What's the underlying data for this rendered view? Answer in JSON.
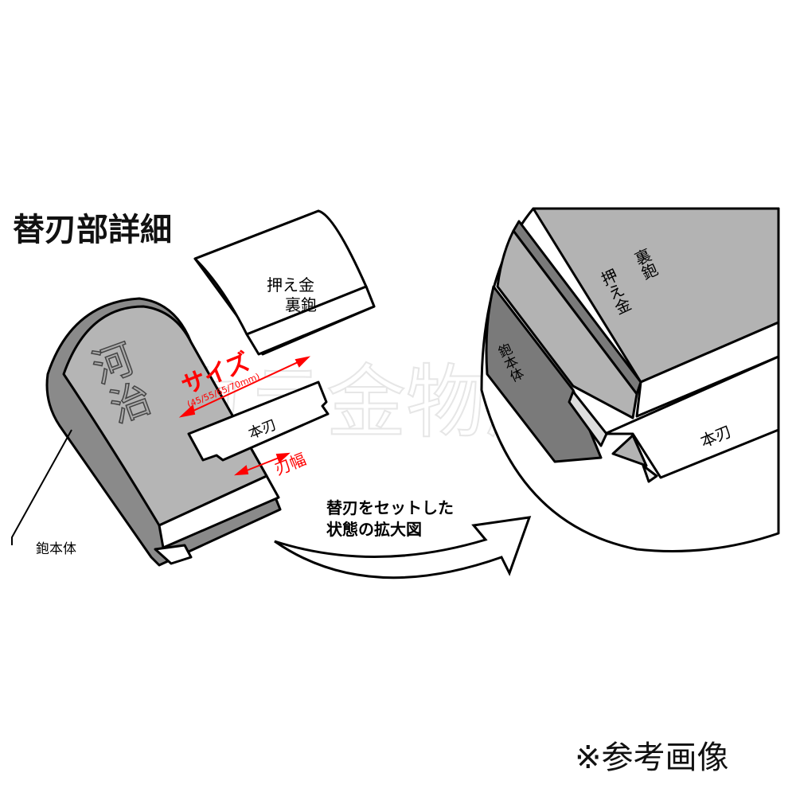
{
  "title": "替刃部詳細",
  "labels": {
    "osaegane_uraganna": [
      "押え金",
      "裏鉋"
    ],
    "size": "サイズ",
    "size_values": "(45/55/65/70mm)",
    "honba": "本刃",
    "hababa": "刃幅",
    "body_engraving": [
      "河",
      "治"
    ],
    "kanna_body": "鉋本体",
    "arrow_caption": [
      "替刃をセットした",
      "状態の拡大図"
    ]
  },
  "zoom_view": {
    "uraganna": "裏鉋",
    "osaegane": "押え金",
    "kanna_body": "鉋本体",
    "honba": "本刃"
  },
  "watermark": "ナカラ金物店",
  "note": "※参考画像",
  "colors": {
    "accent": "#ff0000",
    "gray": "#b3b3b3",
    "dark_gray": "#7a7a7a"
  }
}
